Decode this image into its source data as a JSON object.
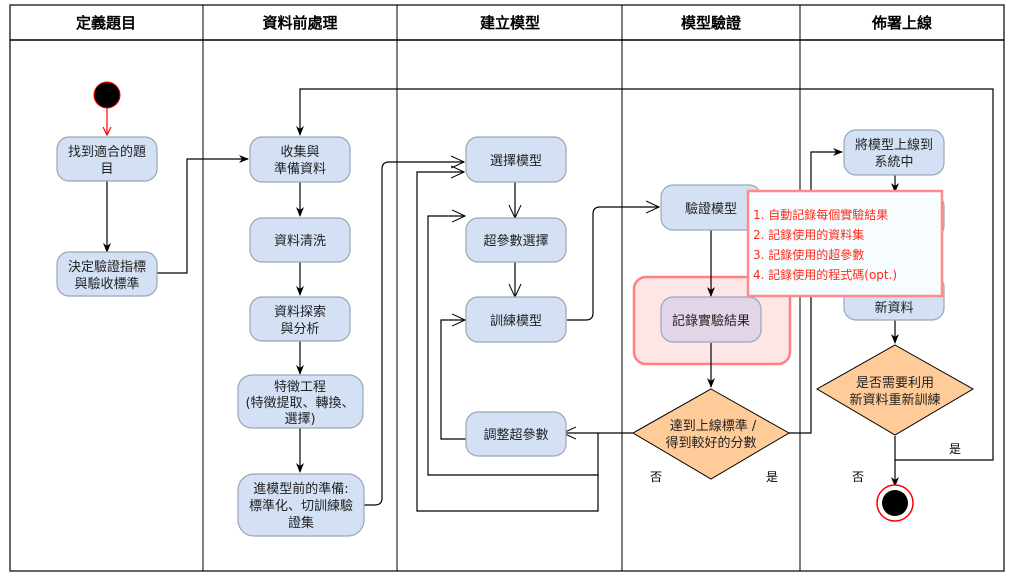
{
  "diagram": {
    "type": "uml-activity-swimlane",
    "lanes": [
      {
        "id": "define",
        "title": "定義題目"
      },
      {
        "id": "preprocess",
        "title": "資料前處理"
      },
      {
        "id": "build",
        "title": "建立模型"
      },
      {
        "id": "validate",
        "title": "模型驗證"
      },
      {
        "id": "deploy",
        "title": "佈署上線"
      }
    ],
    "nodes": {
      "start": {
        "kind": "initial"
      },
      "find_topic": {
        "lines": [
          "找到適合的題",
          "目"
        ]
      },
      "decide_metric": {
        "lines": [
          "決定驗證指標",
          "與驗收標準"
        ]
      },
      "collect": {
        "lines": [
          "收集與",
          "準備資料"
        ]
      },
      "clean": {
        "lines": [
          "資料清洗"
        ]
      },
      "explore": {
        "lines": [
          "資料探索",
          "與分析"
        ]
      },
      "feature": {
        "lines": [
          "特徵工程",
          "(特徵提取、轉換、",
          "選擇)"
        ]
      },
      "prepare": {
        "lines": [
          "進模型前的準備:",
          "標準化、切訓練驗",
          "證集"
        ]
      },
      "select_model": {
        "lines": [
          "選擇模型"
        ]
      },
      "hyper_select": {
        "lines": [
          "超參數選擇"
        ]
      },
      "train": {
        "lines": [
          "訓練模型"
        ]
      },
      "tune": {
        "lines": [
          "調整超參數"
        ]
      },
      "verify": {
        "lines": [
          "驗證模型"
        ]
      },
      "record": {
        "lines": [
          "記錄實驗結果"
        ]
      },
      "decision_quality": {
        "lines": [
          "達到上線標準 /",
          "得到較好的分數"
        ]
      },
      "deploy_system": {
        "lines": [
          "將模型上線到",
          "系統中"
        ]
      },
      "new_data": {
        "lines": [
          "新資料"
        ]
      },
      "decision_retrain": {
        "lines": [
          "是否需要利用",
          "新資料重新訓練"
        ]
      },
      "end": {
        "kind": "final"
      }
    },
    "edge_labels": {
      "quality_no": "否",
      "quality_yes": "是",
      "retrain_yes": "是",
      "retrain_no": "否"
    },
    "note": {
      "items": [
        "1. 自動記錄每個實驗結果",
        "2. 記錄使用的資料集",
        "3. 記錄使用的超參數",
        "4. 記錄使用的程式碼(opt.)"
      ]
    },
    "colors": {
      "node_fill": "#d4e1f5",
      "node_stroke": "#9aa6b6",
      "record_fill": "#e1d5e7",
      "highlight_fill": "#ffe6e6",
      "highlight_stroke": "#ff8080",
      "decision_fill": "#ffcc99",
      "note_fill": "#f7fdff",
      "note_stroke": "#ff8a8a",
      "note_text": "#ff2a1a",
      "start_arrow": "#ff0000"
    }
  }
}
